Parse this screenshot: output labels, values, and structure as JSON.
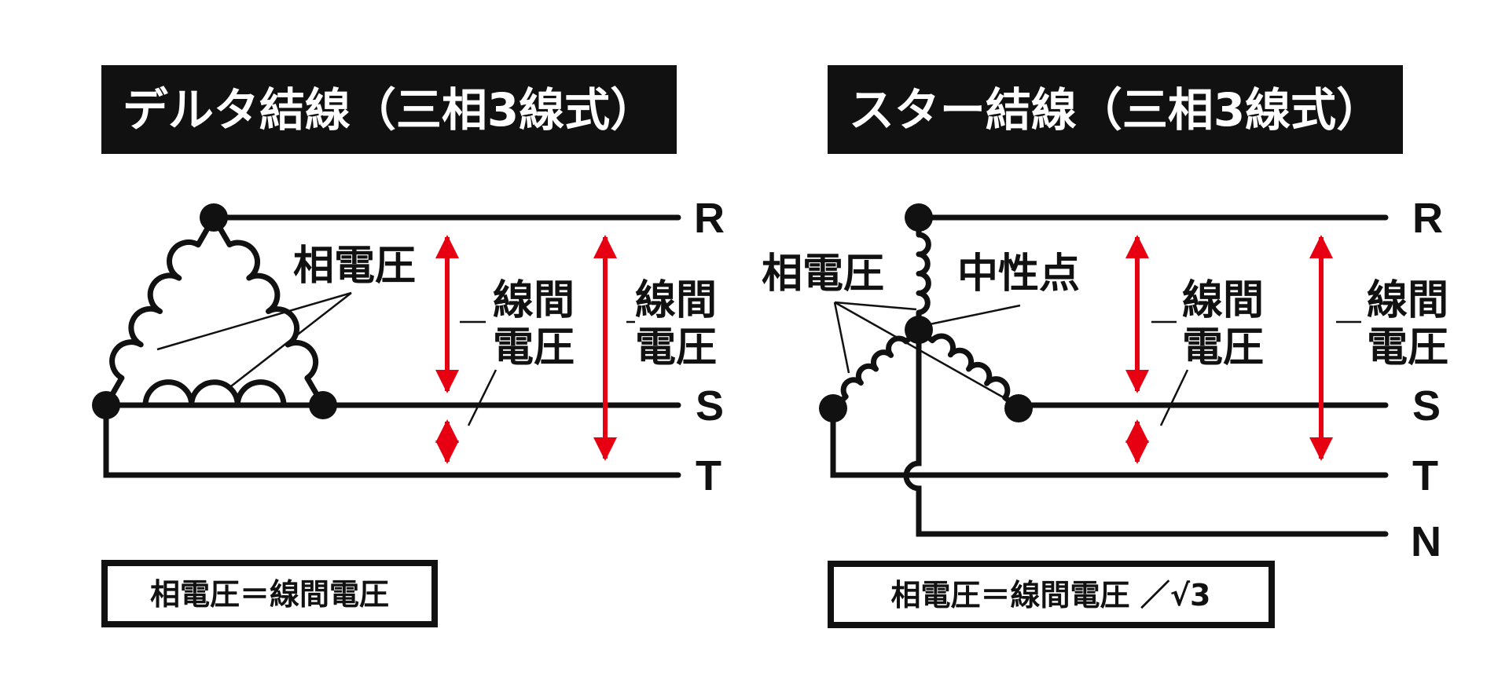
{
  "delta": {
    "title": "デルタ結線（三相3線式）",
    "phase_voltage_label": "相電圧",
    "line_voltage_label_1": [
      "線間",
      "電圧"
    ],
    "line_voltage_label_2": [
      "線間",
      "電圧"
    ],
    "line_labels": [
      "R",
      "S",
      "T"
    ],
    "formula": "相電圧＝線間電圧"
  },
  "star": {
    "title": "スター結線（三相3線式）",
    "phase_voltage_label": "相電圧",
    "neutral_point_label": "中性点",
    "line_voltage_label_1": [
      "線間",
      "電圧"
    ],
    "line_voltage_label_2": [
      "線間",
      "電圧"
    ],
    "line_labels": [
      "R",
      "S",
      "T",
      "N"
    ],
    "formula": "相電圧＝線間電圧 ／√3"
  },
  "colors": {
    "arrow": "#e60012",
    "line": "#111111",
    "title_bg": "#111111"
  }
}
